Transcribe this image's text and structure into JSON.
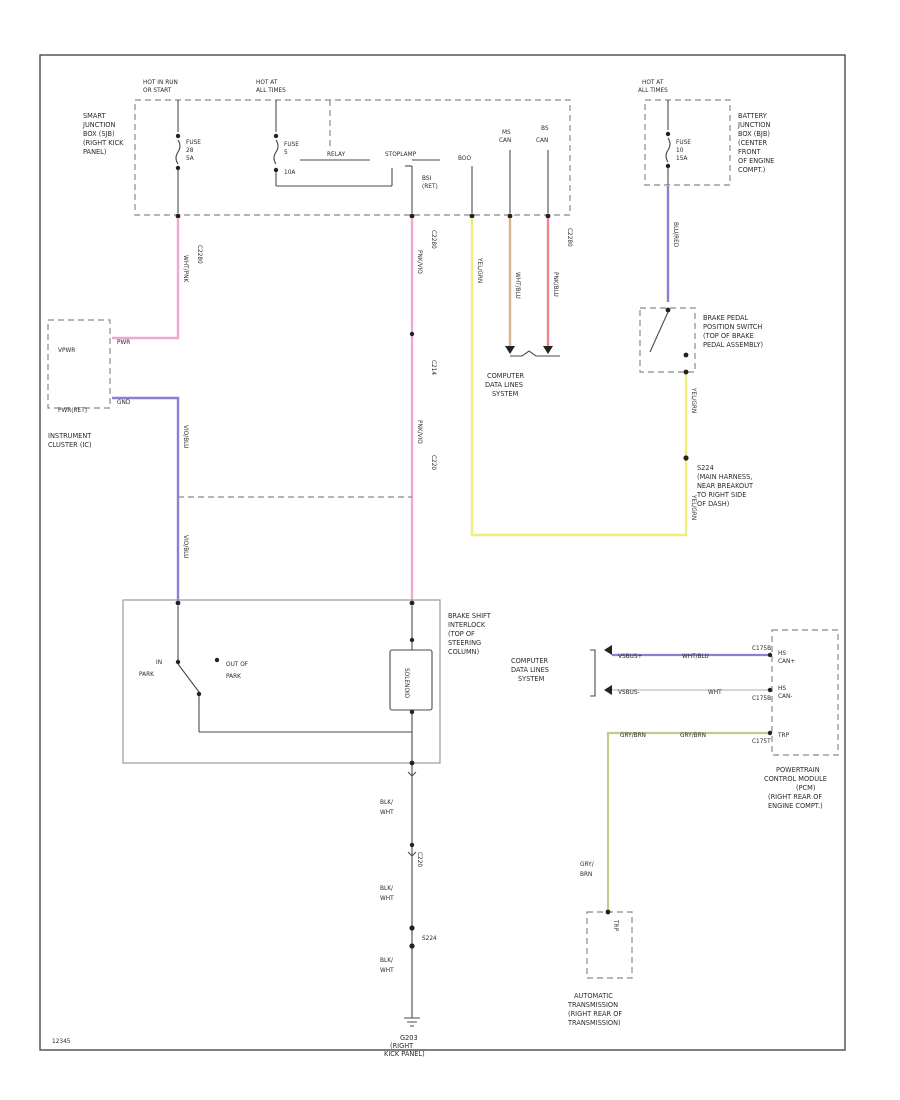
{
  "colors": {
    "pink": "#f2a6d6",
    "purple": "#8b7fd6",
    "yellow": "#eded80",
    "tan": "#d4b490",
    "red": "#f0868c",
    "olive": "#c8c88a",
    "wire_dark": "#4a4a4a"
  },
  "fuse_box_left": {
    "hot_run_start": [
      "HOT IN RUN",
      "OR START"
    ],
    "hot_all": [
      "HOT AT",
      "ALL TIMES"
    ],
    "title": [
      "SMART",
      "JUNCTION",
      "BOX (SJB)",
      "(RIGHT KICK",
      "PANEL)"
    ],
    "fuse_1": [
      "FUSE",
      "28",
      "5A"
    ],
    "fuse_2": [
      "FUSE",
      "5",
      "10A"
    ],
    "boo": "BOO",
    "stoplamp": "STOPLAMP",
    "relay_label": "RELAY",
    "bsi": [
      "BSI",
      "(RET)"
    ],
    "ms_can": [
      "MS",
      "CAN"
    ],
    "bs_can": [
      "BS",
      "CAN"
    ],
    "connector": "C2280"
  },
  "fuse_box_right": {
    "hot_all": [
      "HOT AT",
      "ALL TIMES"
    ],
    "fuse": [
      "FUSE",
      "10",
      "15A"
    ],
    "title": [
      "BATTERY",
      "JUNCTION",
      "BOX (BJB)",
      "(CENTER",
      "FRONT",
      "OF ENGINE",
      "COMPT.)"
    ]
  },
  "instrument_cluster": {
    "label_vpwr": "VPWR",
    "label_pwr": "PWR",
    "label_pwr_ret": "PWR(RET)",
    "label_gnd": "GND",
    "title": [
      "INSTRUMENT",
      "CLUSTER (IC)"
    ],
    "connector": "C2280"
  },
  "wires": {
    "pink_top": "WHT/PNK",
    "purple_left": "VIO/BLU",
    "purple_left_2": "VIO/BLU",
    "pink_center": "PNK/VIO",
    "pink_center_2": "PNK/VIO",
    "yellow": "YEL/GRN",
    "tan": "WHT/BLU",
    "red": "PNK/BLU",
    "purple_right": "BLU/RED",
    "yellow_right": "YEL/GRN",
    "c214": "C214",
    "c220": "C220",
    "c2280": "C2280"
  },
  "data_lines_top": [
    "COMPUTER",
    "DATA LINES",
    "SYSTEM"
  ],
  "brake_switch": {
    "title": [
      "BRAKE PEDAL",
      "POSITION SWITCH",
      "(TOP OF BRAKE",
      "PEDAL ASSEMBLY)"
    ]
  },
  "splice": {
    "name": "S224",
    "title": [
      "S224",
      "(MAIN HARNESS,",
      "NEAR BREAKOUT",
      "TO RIGHT SIDE",
      "OF DASH)"
    ]
  },
  "shift_interlock": {
    "in_park": [
      "IN",
      "PARK"
    ],
    "out_of_park": [
      "OUT OF",
      "PARK"
    ],
    "solenoid": "SOLENOID",
    "title": [
      "BRAKE SHIFT",
      "INTERLOCK",
      "(TOP OF",
      "STEERING",
      "COLUMN)"
    ]
  },
  "data_lines_mid": [
    "COMPUTER",
    "DATA LINES",
    "SYSTEM"
  ],
  "pcm": {
    "hs_can_hi": [
      "HS",
      "CAN+"
    ],
    "hs_can_lo": [
      "HS",
      "CAN-"
    ],
    "trp": "TRP",
    "pin1": "WHT/BLU",
    "pin2": "WHT",
    "pin3": "GRY/BRN",
    "c1": "C175B",
    "c2": "C175B",
    "c3": "C175T",
    "vsbus_hi": "VSBUS+",
    "vsbus_lo": "VSBUS-",
    "title": [
      "POWERTRAIN",
      "CONTROL MODULE",
      "(PCM)",
      "(RIGHT REAR OF",
      "ENGINE COMPT.)"
    ]
  },
  "trans": {
    "label": "TRP",
    "wire": [
      "GRY/",
      "BRN"
    ],
    "title": [
      "AUTOMATIC",
      "TRANSMISSION",
      "(RIGHT REAR OF",
      "TRANSMISSION)"
    ]
  },
  "ground_path": {
    "wire1": [
      "BLK/",
      "WHT"
    ],
    "wire2": [
      "BLK/",
      "WHT"
    ],
    "wire3": [
      "BLK/",
      "WHT"
    ],
    "c220": "C220",
    "s224": "S224",
    "g": "G203",
    "title": [
      "(RIGHT",
      "KICK PANEL)"
    ]
  },
  "footer_id": "12345"
}
